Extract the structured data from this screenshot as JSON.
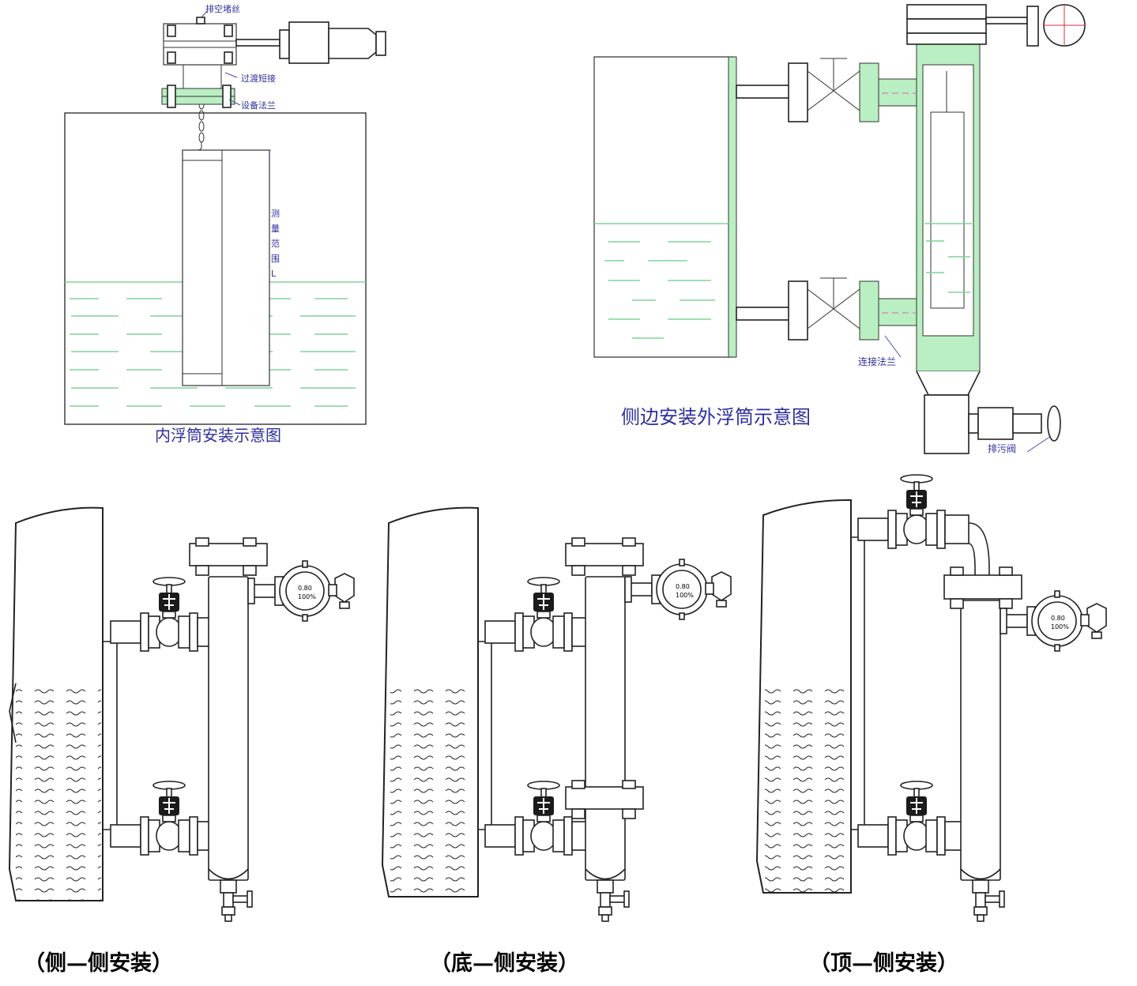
{
  "diagrams": {
    "inner": {
      "caption": "内浮筒安装示意图",
      "label_vent_plug": "排空堵丝",
      "label_transition": "过渡短接",
      "label_equipment_flange": "设备法兰",
      "label_range": [
        "测",
        "量",
        "范",
        "围",
        "L"
      ]
    },
    "side_external": {
      "caption": "侧边安装外浮筒示意图",
      "label_connect_flange": "连接法兰",
      "label_drain_valve": "排污阀"
    },
    "side_side": {
      "caption": "（侧—侧安装）"
    },
    "bottom_side": {
      "caption": "（底—侧安装）"
    },
    "top_side": {
      "caption": "（顶—侧安装）"
    },
    "display": {
      "value": "0.80",
      "percent": "100%"
    }
  }
}
